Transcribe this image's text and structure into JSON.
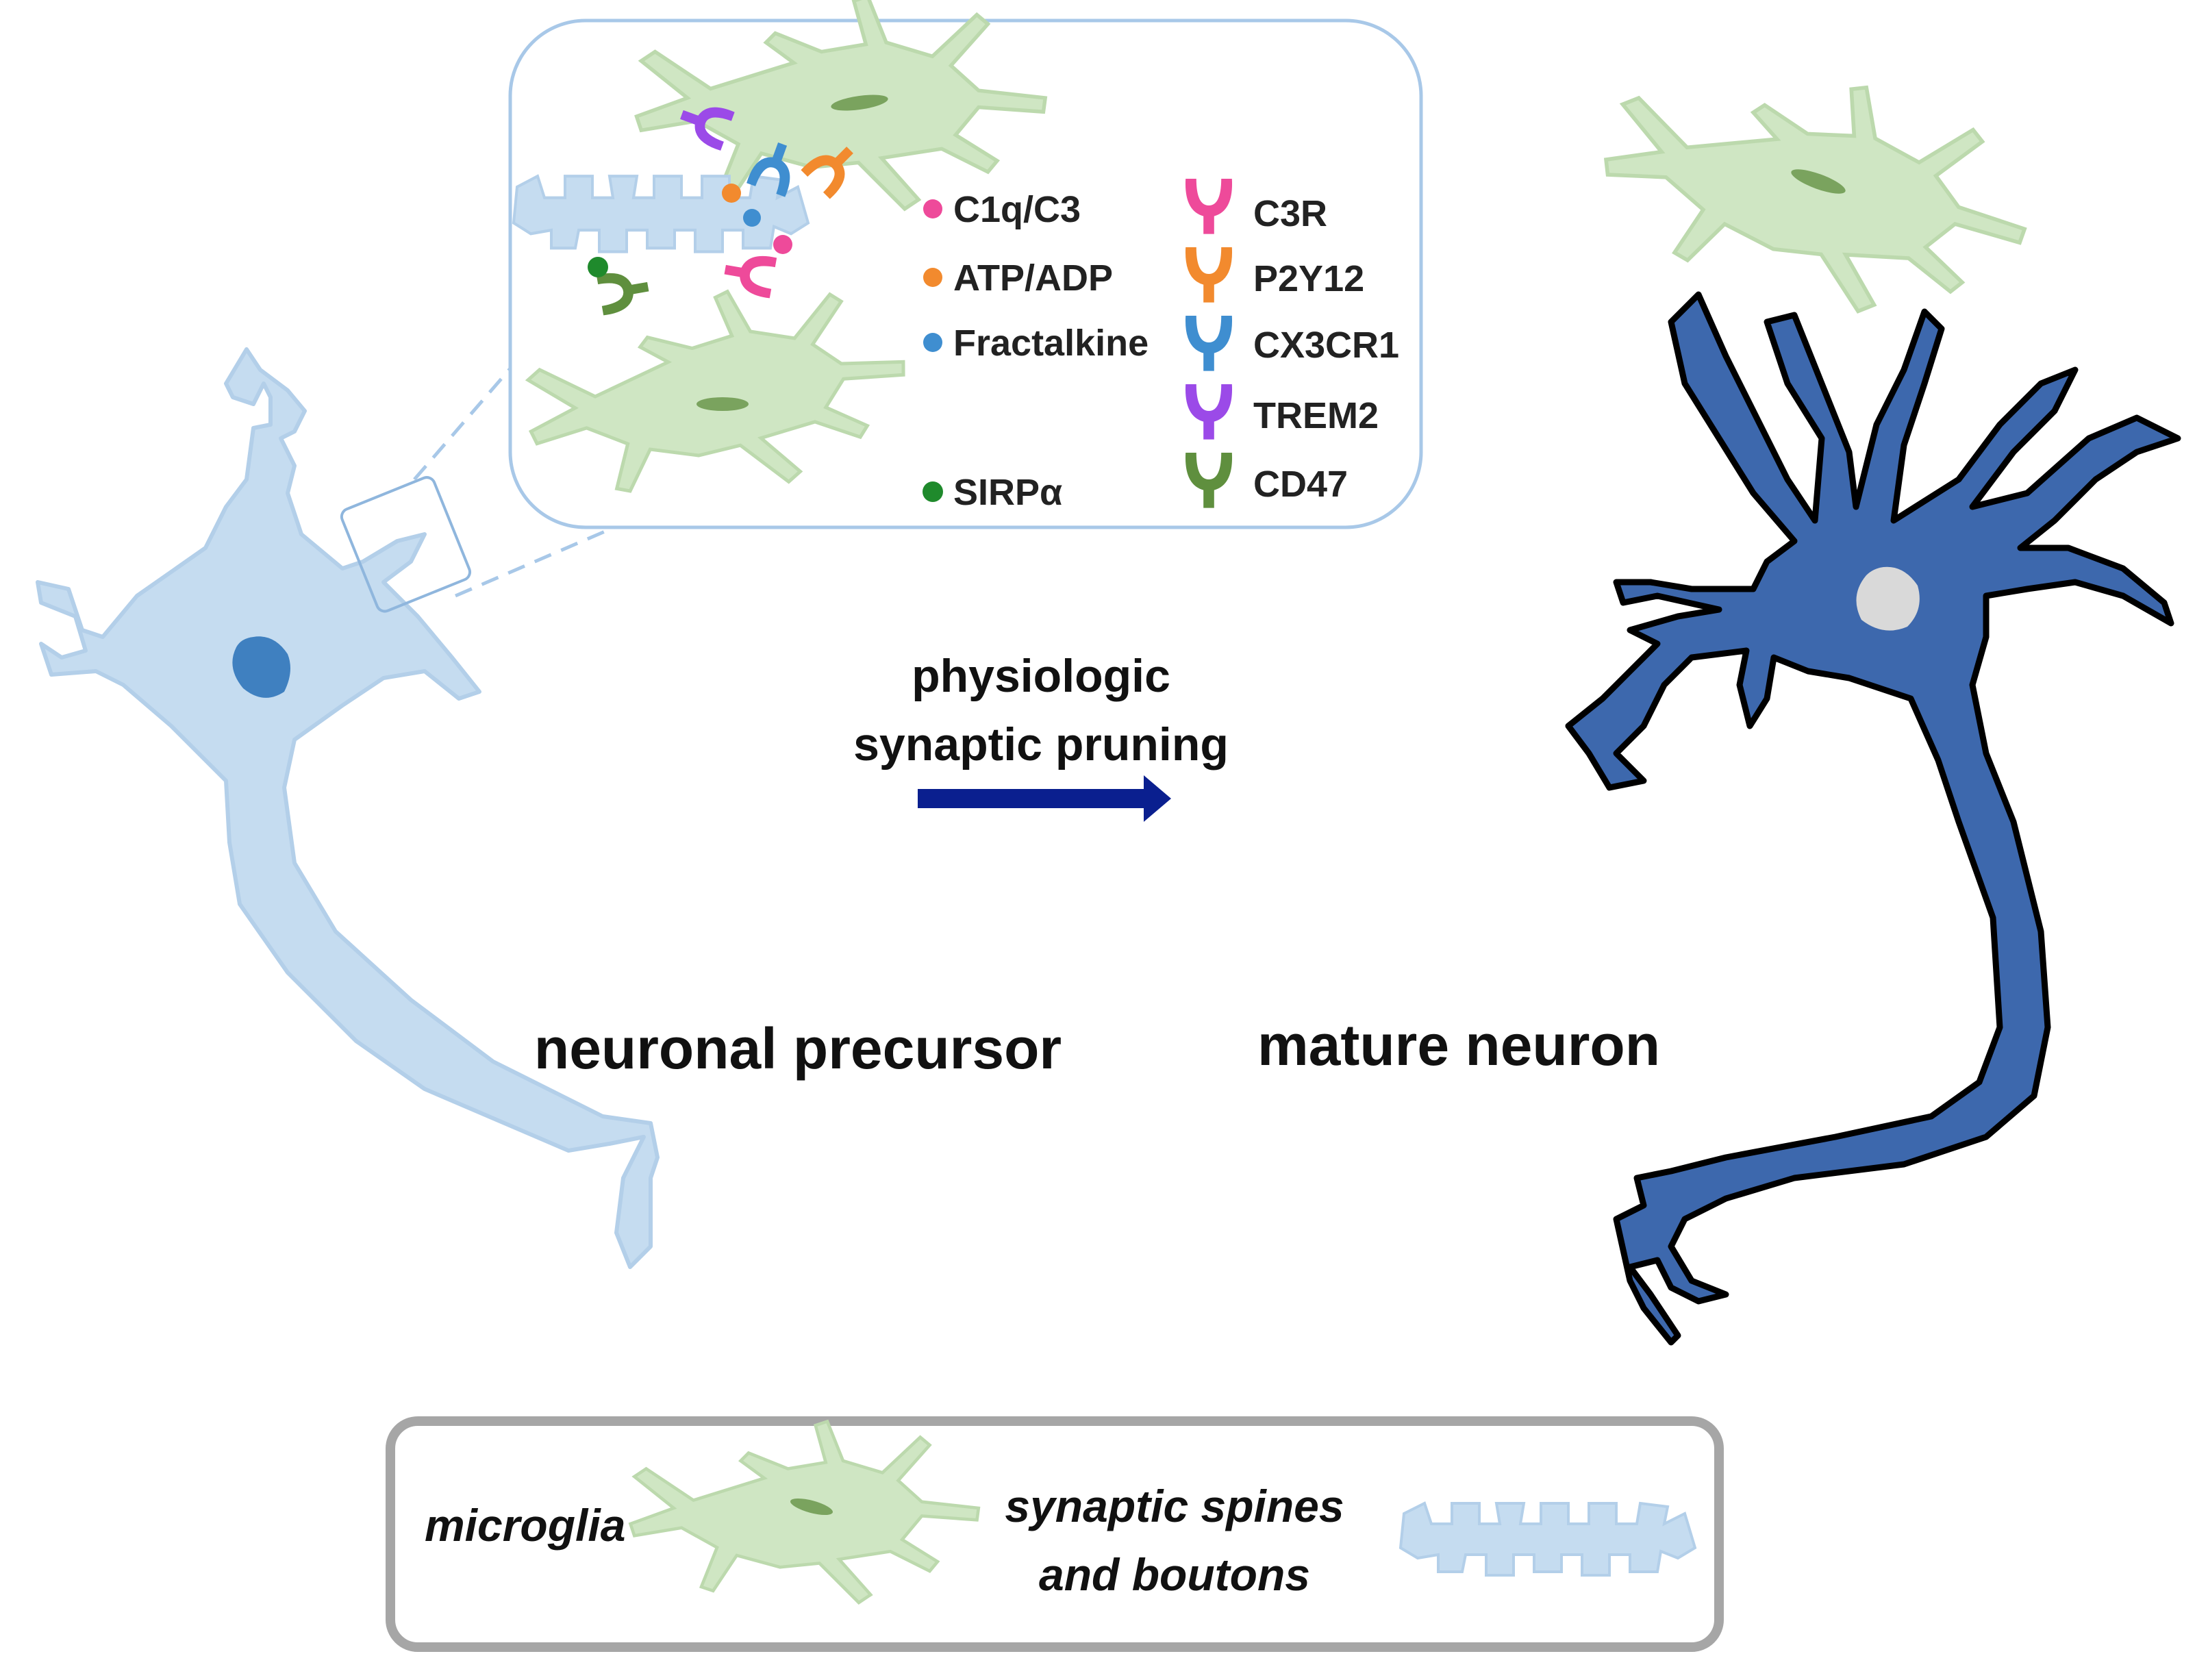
{
  "labels": {
    "precursor": "neuronal precursor",
    "mature": "mature neuron",
    "process_line1": "physiologic",
    "process_line2": "synaptic pruning"
  },
  "inset_legend": {
    "ligands": [
      {
        "name": "C1q/C3",
        "color": "#ee4a9a"
      },
      {
        "name": "ATP/ADP",
        "color": "#f28a2e"
      },
      {
        "name": "Fractalkine",
        "color": "#3f8ed0"
      },
      {
        "name": "SIRPα",
        "color": "#1f8a2c"
      }
    ],
    "receptors": [
      {
        "name": "C3R",
        "color": "#ee4a9a"
      },
      {
        "name": "P2Y12",
        "color": "#f28a2e"
      },
      {
        "name": "CX3CR1",
        "color": "#3f8ed0"
      },
      {
        "name": "TREM2",
        "color": "#9b4ae8"
      },
      {
        "name": "CD47",
        "color": "#5f8f3e"
      }
    ]
  },
  "key": {
    "microglia": "microglia",
    "spines_line1": "synaptic spines",
    "spines_line2": "and boutons"
  },
  "colors": {
    "precursor_fill": "#c5dcf0",
    "precursor_nucleus": "#3f80c0",
    "mature_fill": "#3d68ad",
    "mature_nucleus": "#d9d9d9",
    "microglia_fill": "#cfe6c3",
    "microglia_nucleus": "#7aa35e",
    "arrow": "#0a1f8f",
    "inset_border": "#a8c8e8",
    "key_border": "#a6a6a6"
  }
}
